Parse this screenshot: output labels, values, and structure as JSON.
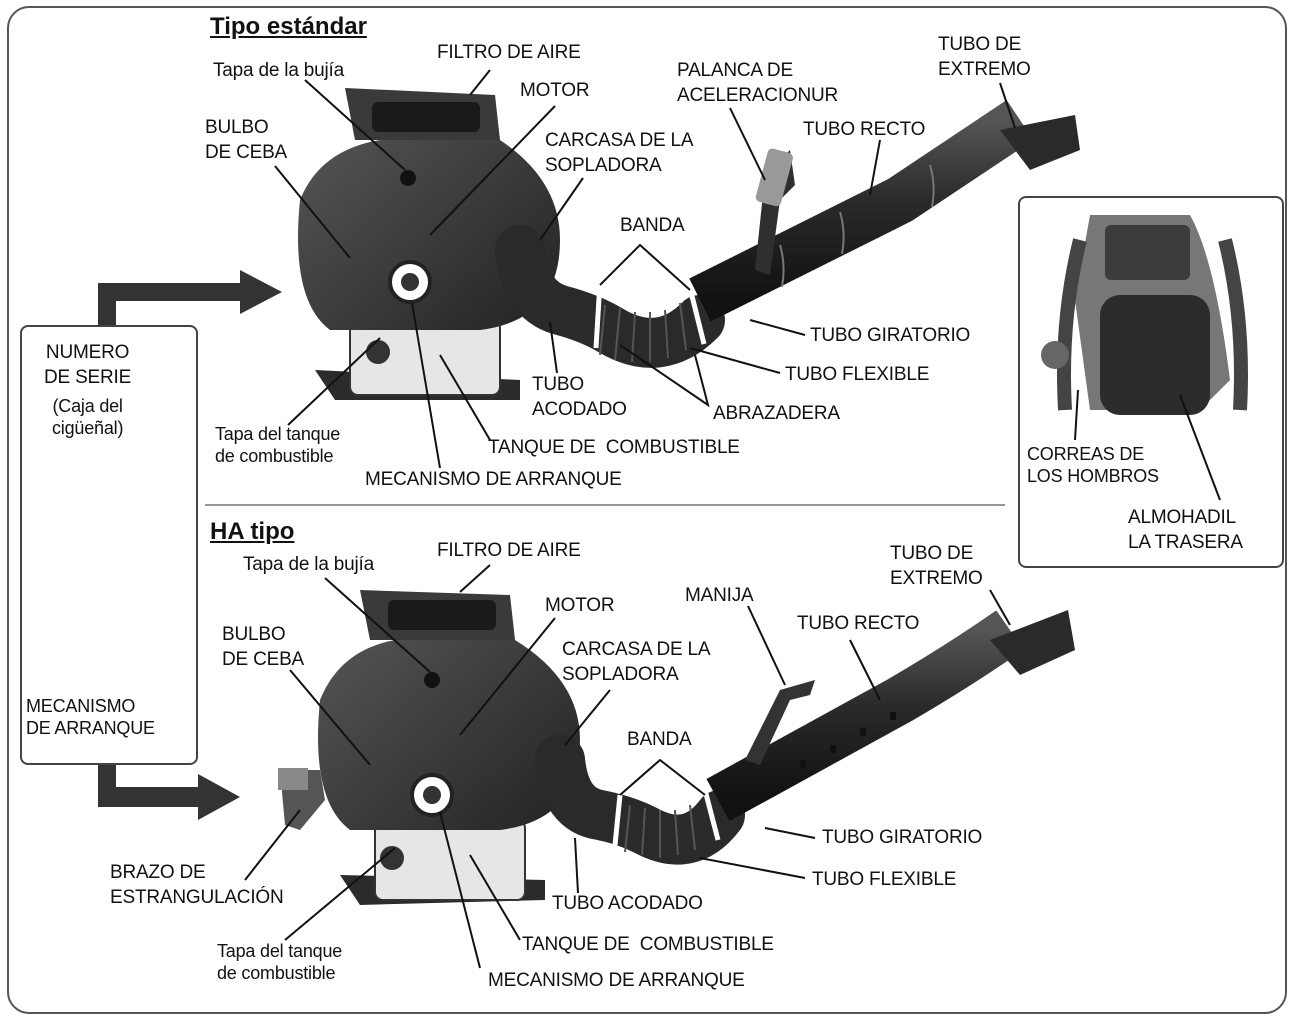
{
  "standard": {
    "title": "Tipo estándar",
    "labels": {
      "spark_plug_cap": "Tapa de la bujía",
      "air_filter": "FILTRO DE AIRE",
      "engine": "MOTOR",
      "primer_bulb": "BULBO\nDE CEBA",
      "blower_housing": "CARCASA DE LA\nSOPLADORA",
      "throttle_lever": "PALANCA DE\nACELERACIONUR",
      "end_tube": "TUBO DE\nEXTREMO",
      "straight_tube": "TUBO RECTO",
      "band": "BANDA",
      "swivel_tube": "TUBO GIRATORIO",
      "flexible_tube": "TUBO FLEXIBLE",
      "elbow_tube": "TUBO\nACODADO",
      "clamp": "ABRAZADERA",
      "fuel_tank": "TANQUE DE  COMBUSTIBLE",
      "fuel_tank_cap": "Tapa del tanque\nde combustible",
      "starter": "MECANISMO DE ARRANQUE"
    }
  },
  "ha": {
    "title": "HA tipo",
    "labels": {
      "spark_plug_cap": "Tapa de la bujía",
      "air_filter": "FILTRO DE AIRE",
      "engine": "MOTOR",
      "primer_bulb": "BULBO\nDE CEBA",
      "blower_housing": "CARCASA DE LA\nSOPLADORA",
      "handle": "MANIJA",
      "end_tube": "TUBO DE\nEXTREMO",
      "straight_tube": "TUBO RECTO",
      "band": "BANDA",
      "swivel_tube": "TUBO GIRATORIO",
      "flexible_tube": "TUBO FLEXIBLE",
      "elbow_tube": "TUBO ACODADO",
      "choke_lever": "BRAZO DE\nESTRANGULACIÓN",
      "fuel_tank": "TANQUE DE  COMBUSTIBLE",
      "fuel_tank_cap": "Tapa del tanque\nde combustible",
      "starter": "MECANISMO DE ARRANQUE"
    }
  },
  "serial_box": {
    "title": "NUMERO\nDE SERIE",
    "subtitle": "(Caja del\ncigüeñal)",
    "starter": "MECANISMO\nDE ARRANQUE"
  },
  "back_box": {
    "shoulder_straps": "CORREAS DE\nLOS HOMBROS",
    "back_pad": "ALMOHADIL\nLA TRASERA"
  }
}
